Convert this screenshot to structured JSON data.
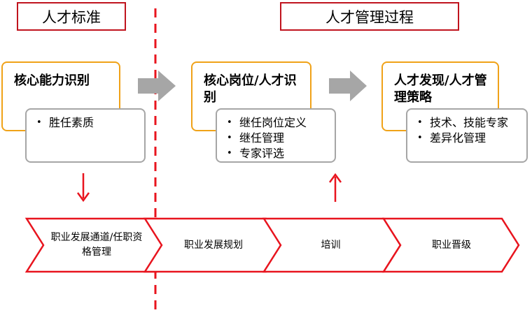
{
  "headers": {
    "left": "人才标准",
    "right": "人才管理过程"
  },
  "boxes": [
    {
      "title": "核心能力识别",
      "items": [
        "胜任素质"
      ]
    },
    {
      "title": "核心岗位/人才识别",
      "items": [
        "继任岗位定义",
        "继任管理",
        "专家评选"
      ]
    },
    {
      "title": "人才发现/人才管理策略",
      "items": [
        "技术、技能专家",
        "差异化管理"
      ]
    }
  ],
  "process_steps": [
    {
      "label": "职业发展通道/任职资格管理"
    },
    {
      "label": "职业发展规划"
    },
    {
      "label": "培训"
    },
    {
      "label": "职业晋级"
    }
  ],
  "colors": {
    "accent_red": "#c0141e",
    "box_orange": "#f0a218",
    "box_gray": "#a6a6a6",
    "arrow_gray": "#a6a6a6",
    "arrow_red": "#e8141e"
  }
}
